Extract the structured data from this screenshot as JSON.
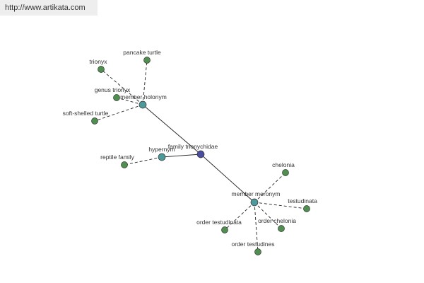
{
  "watermark": "http://www.artikata.com",
  "colors": {
    "leaf": "#4f8f4f",
    "relation": "#4e9a9a",
    "center": "#4b4ea0",
    "edge": "#222222",
    "stroke": "#333333"
  },
  "center": {
    "label": "family trionychidae"
  },
  "relations": [
    {
      "id": "member-holonym",
      "label": "member holonym",
      "leaves": [
        "pancake turtle",
        "trionyx",
        "genus trionyx",
        "soft-shelled turtle"
      ]
    },
    {
      "id": "hypernym",
      "label": "hypernym",
      "leaves": [
        "reptile family"
      ]
    },
    {
      "id": "member-meronym",
      "label": "member meronym",
      "leaves": [
        "chelonia",
        "testudinata",
        "order chelonia",
        "order testudines",
        "order testudinata"
      ]
    }
  ]
}
